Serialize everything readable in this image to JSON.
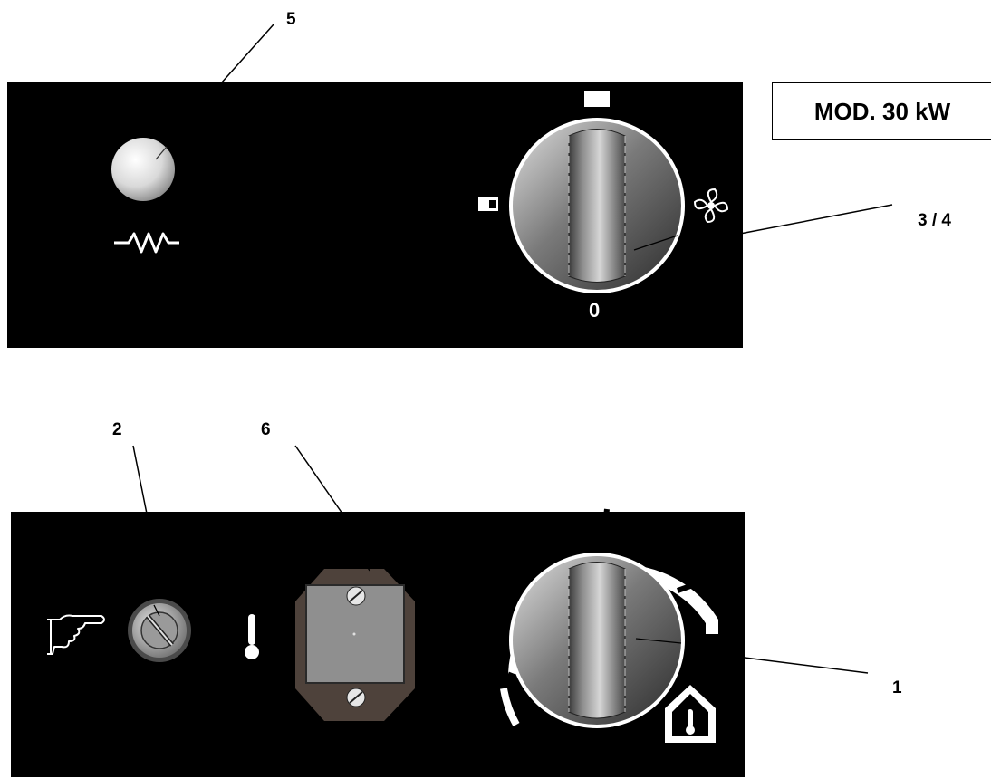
{
  "model_label": "MOD. 30 kW",
  "callouts": {
    "c5": "5",
    "c34": "3 / 4",
    "c2": "2",
    "c6": "6",
    "c1": "1"
  },
  "top_panel": {
    "selector_off_mark": "0",
    "icons": [
      "indicator-lamp-icon",
      "heating-resistor-icon",
      "half-power-icon",
      "full-power-icon",
      "fan-icon"
    ]
  },
  "bottom_panel": {
    "icons": [
      "reset-hand-icon",
      "reset-button-icon",
      "thermometer-icon",
      "thermostat-cover-icon",
      "room-thermostat-icon"
    ]
  },
  "colors": {
    "panel": "#000000",
    "knob_light": "#d8d8d8",
    "knob_dark": "#3a3a3a",
    "cover": "#5a4c44"
  }
}
